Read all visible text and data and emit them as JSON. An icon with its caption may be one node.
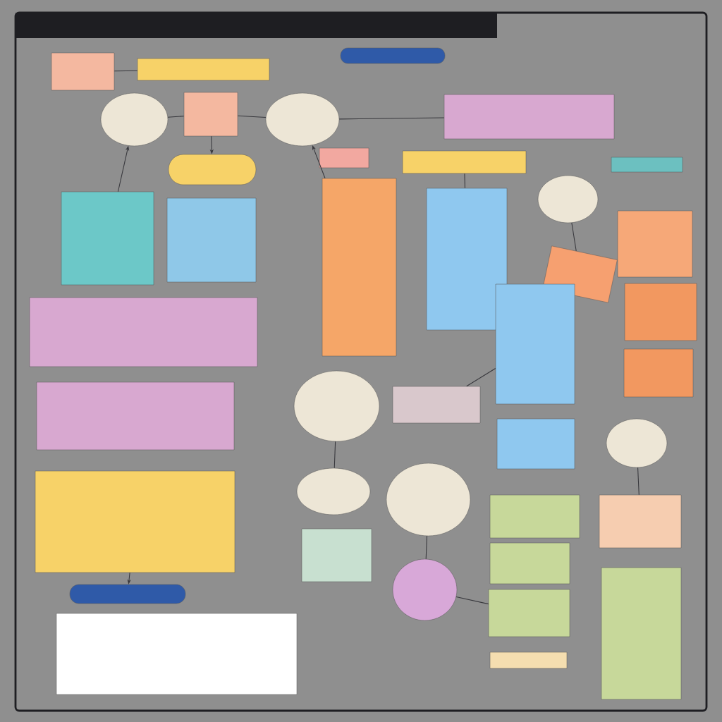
{
  "diagram": {
    "nodes": [
      {
        "text": [],
        "shape": "box"
      },
      {
        "text": [],
        "shape": "box"
      },
      {
        "text": [],
        "shape": "pill"
      },
      {
        "text": [],
        "shape": "ellipse"
      },
      {
        "text": [],
        "shape": "box"
      },
      {
        "text": [],
        "shape": "ellipse"
      },
      {
        "text": [],
        "shape": "box"
      },
      {
        "text": [],
        "shape": "box"
      },
      {
        "text": [],
        "shape": "box"
      },
      {
        "text": [],
        "shape": "box"
      },
      {
        "text": [],
        "shape": "pill"
      },
      {
        "text": [],
        "shape": "ellipse"
      },
      {
        "text": [],
        "shape": "box"
      },
      {
        "text": [],
        "shape": "box"
      },
      {
        "text": [],
        "shape": "box"
      },
      {
        "text": [],
        "shape": "box"
      },
      {
        "text": [],
        "shape": "box"
      },
      {
        "text": [],
        "shape": "box"
      },
      {
        "text": [],
        "shape": "box"
      },
      {
        "text": [],
        "shape": "box"
      },
      {
        "text": [],
        "shape": "box"
      },
      {
        "text": [],
        "shape": "box"
      },
      {
        "text": [],
        "shape": "box"
      },
      {
        "text": [],
        "shape": "ellipse"
      },
      {
        "text": [],
        "shape": "box"
      },
      {
        "text": [],
        "shape": "box"
      },
      {
        "text": [],
        "shape": "ellipse"
      },
      {
        "text": [],
        "shape": "ellipse"
      },
      {
        "text": [],
        "shape": "ellipse"
      },
      {
        "text": [],
        "shape": "box"
      },
      {
        "text": [],
        "shape": "box"
      },
      {
        "text": [],
        "shape": "box"
      },
      {
        "text": [],
        "shape": "box"
      },
      {
        "text": [],
        "shape": "box"
      },
      {
        "text": [],
        "shape": "ellipse"
      },
      {
        "text": [],
        "shape": "pill"
      },
      {
        "text": [],
        "shape": "box"
      },
      {
        "text": [],
        "shape": "box"
      },
      {
        "text": [],
        "shape": "box"
      },
      {
        "text": [],
        "shape": "box"
      }
    ],
    "edges": [
      {
        "from": 0,
        "to": 1,
        "arrow": "none"
      },
      {
        "from": 3,
        "to": 4,
        "arrow": "none"
      },
      {
        "from": 4,
        "to": 5,
        "arrow": "none"
      },
      {
        "from": 4,
        "to": 10,
        "arrow": "to"
      },
      {
        "from": 12,
        "to": 3,
        "arrow": "to"
      },
      {
        "from": 5,
        "to": 6,
        "arrow": "none"
      },
      {
        "from": 14,
        "to": 5,
        "arrow": "to"
      },
      {
        "from": 15,
        "to": 8,
        "arrow": "none"
      },
      {
        "from": 11,
        "to": 17,
        "arrow": "none"
      },
      {
        "from": 24,
        "to": 20,
        "arrow": "none"
      },
      {
        "from": 23,
        "to": 27,
        "arrow": "none"
      },
      {
        "from": 28,
        "to": 34,
        "arrow": "none"
      },
      {
        "from": 29,
        "to": 35,
        "arrow": "to"
      },
      {
        "from": 26,
        "to": 31,
        "arrow": "none"
      },
      {
        "from": 34,
        "to": 36,
        "arrow": "none"
      }
    ]
  }
}
